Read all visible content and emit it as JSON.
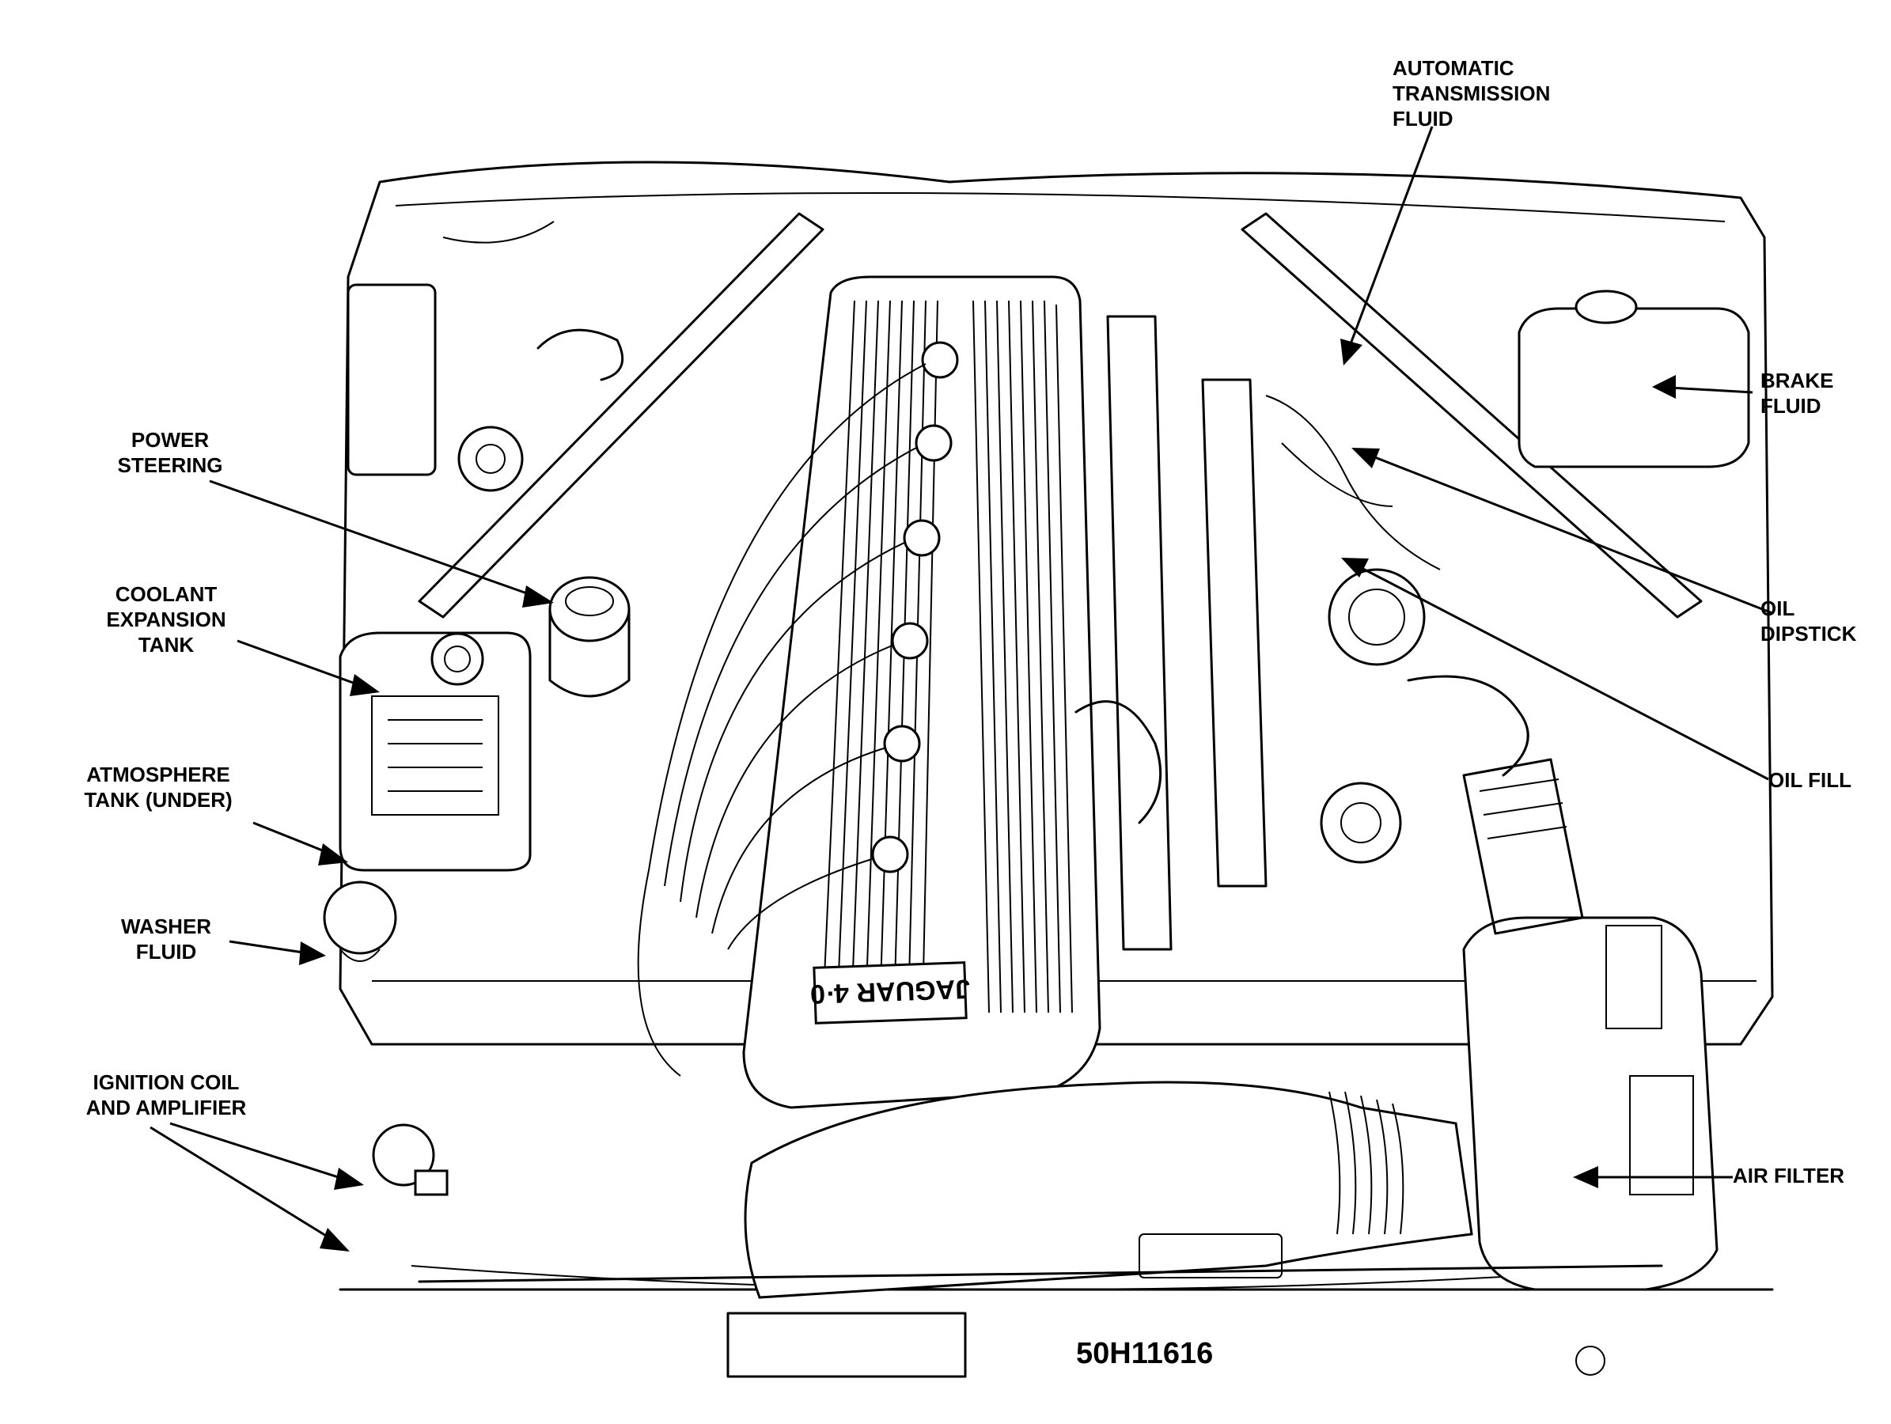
{
  "diagram": {
    "figure_code": "50H11616",
    "cover_text": "JAGUAR 4·0",
    "labels": {
      "power_steering": "POWER\nSTEERING",
      "coolant_expansion_tank": "COOLANT\nEXPANSION\nTANK",
      "atmosphere_tank": "ATMOSPHERE\nTANK (UNDER)",
      "washer_fluid": "WASHER\nFLUID",
      "ignition_coil": "IGNITION COIL\nAND AMPLIFIER",
      "automatic_transmission_fluid": "AUTOMATIC\nTRANSMISSION\nFLUID",
      "brake_fluid": "BRAKE\nFLUID",
      "oil_dipstick": "OIL\nDIPSTICK",
      "oil_fill": "OIL FILL",
      "air_filter": "AIR FILTER"
    },
    "colors": {
      "ink": "#000000",
      "paper": "#ffffff"
    }
  }
}
